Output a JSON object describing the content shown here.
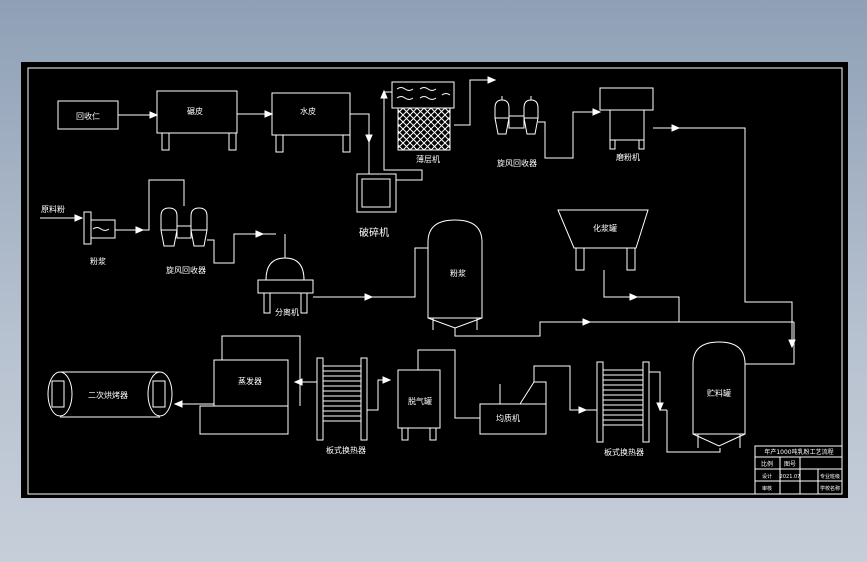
{
  "colors": {
    "background_outer": "#9aa8bb",
    "drawing_background": "#000000",
    "line": "#ffffff"
  },
  "equipment": {
    "bin_top": "回收仁",
    "bin_small": "碾皮",
    "water_separator": "水皮",
    "thin_dryer": "薄层机",
    "cyclone_top": "旋风回收器",
    "grinder_top": "磨粉机",
    "crusher": "破碎机",
    "material_in": "原料粉",
    "tank_small": "粉浆",
    "cyclone_mid": "旋风回收器",
    "separator_mid": "分离机",
    "tank_main": "粉浆",
    "hopper": "化浆罐",
    "kiln": "二次烘烤器",
    "dryer_box": "蒸发器",
    "heat_exchanger_1": "板式换热器",
    "degasser": "脱气罐",
    "homogenizer": "均质机",
    "heat_exchanger_2": "板式换热器",
    "storage_tank": "贮料罐"
  },
  "title_block": {
    "drawing_title": "年产1000吨乳粉工艺流程",
    "header_1": "比例",
    "header_2": "图号",
    "row1_a": "设计",
    "row1_b": "2021.07",
    "row1_c": "专业班级",
    "row2_a": "审核",
    "row2_b": "",
    "row2_c": "学校名称"
  }
}
